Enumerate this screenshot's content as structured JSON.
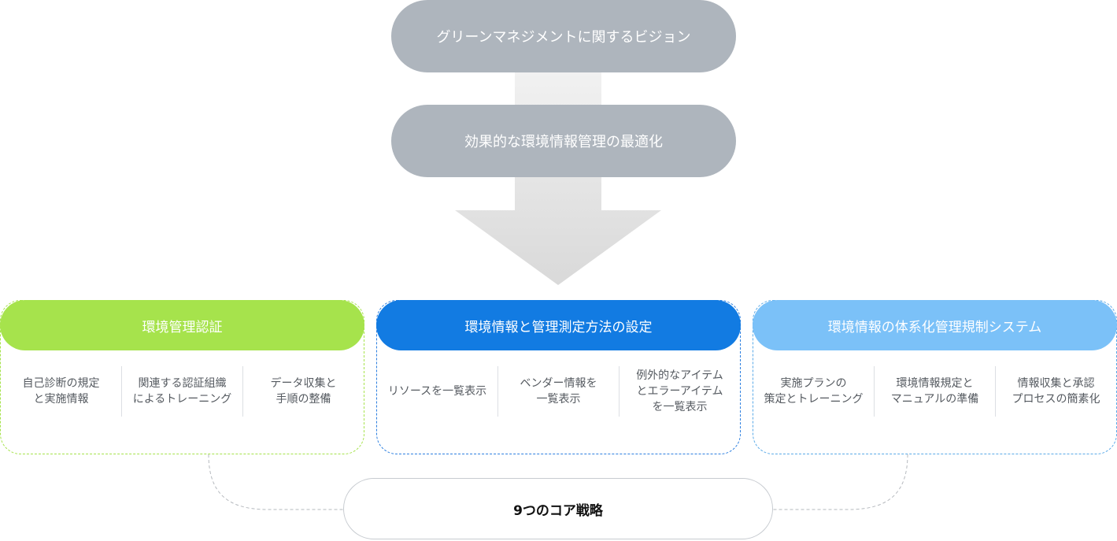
{
  "top": {
    "vision": "グリーンマネジメントに関するビジョン",
    "goal": "効果的な環境情報管理の最適化"
  },
  "strategies": [
    {
      "title": "環境管理認証",
      "items": [
        "自己診断の規定\nと実施情報",
        "関連する認証組織\nによるトレーニング",
        "データ収集と\n手順の整備"
      ]
    },
    {
      "title": "環境情報と管理測定方法の設定",
      "items": [
        "リソースを一覧表示",
        "ベンダー情報を\n一覧表示",
        "例外的なアイテム\nとエラーアイテム\nを一覧表示"
      ]
    },
    {
      "title": "環境情報の体系化管理規制システム",
      "items": [
        "実施プランの\n策定とトレーニング",
        "環境情報規定と\nマニュアルの準備",
        "情報収集と承認\nプロセスの簡素化"
      ]
    }
  ],
  "core": "9つのコア戦略",
  "colors": {
    "pill_gray": "#aeb5bd",
    "green": "#a6e34c",
    "blue": "#127be2",
    "light_blue": "#7bc1f8"
  }
}
